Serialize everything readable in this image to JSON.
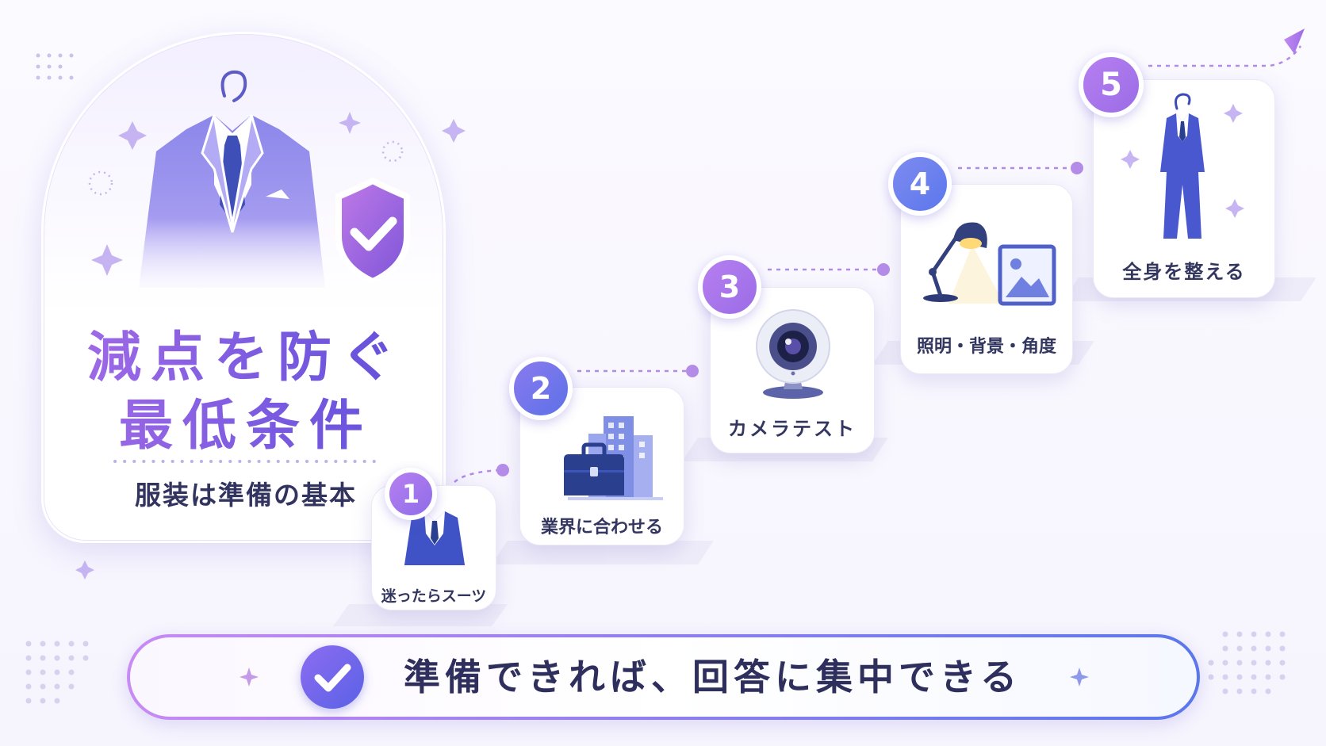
{
  "hero": {
    "title_line1": "減点を防ぐ",
    "title_line2": "最低条件",
    "subtitle": "服装は準備の基本",
    "illustration": "suit-on-hanger-with-shield-check"
  },
  "steps": [
    {
      "number": "1",
      "label": "迷ったらスーツ",
      "icon": "suit-jacket-icon"
    },
    {
      "number": "2",
      "label": "業界に合わせる",
      "icon": "briefcase-buildings-icon"
    },
    {
      "number": "3",
      "label": "カメラテスト",
      "icon": "webcam-icon"
    },
    {
      "number": "4",
      "label": "照明・背景・角度",
      "icon": "desk-lamp-picture-icon"
    },
    {
      "number": "5",
      "label": "全身を整える",
      "icon": "full-suit-icon"
    }
  ],
  "banner": {
    "text": "準備できれば、回答に集中できる",
    "icon": "check-circle-icon"
  },
  "colors": {
    "purple": "#9b6ce6",
    "indigo": "#5a62e6",
    "navy": "#2b3f8f",
    "text_dark": "#33365f"
  }
}
